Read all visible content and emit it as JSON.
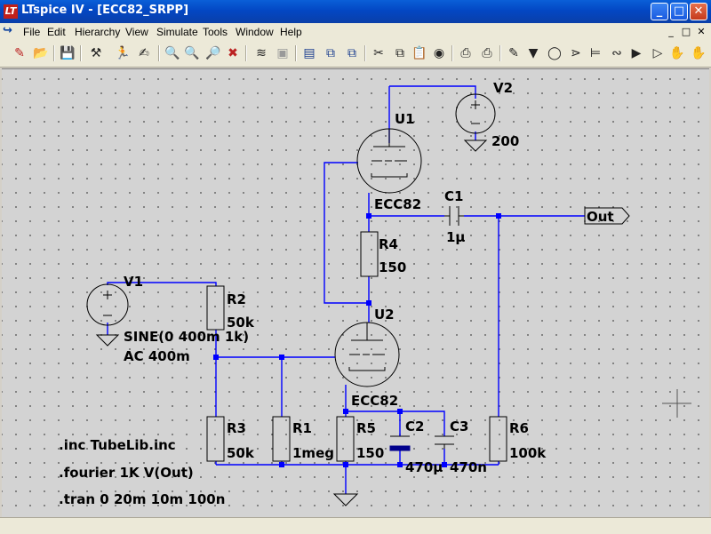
{
  "window": {
    "title": "LTspice IV - [ECC82_SRPP]",
    "app_icon_text": "LT",
    "buttons": {
      "minimize": "_",
      "maximize": "□",
      "close": "✕"
    }
  },
  "menu": {
    "items": [
      "File",
      "Edit",
      "Hierarchy",
      "View",
      "Simulate",
      "Tools",
      "Window",
      "Help"
    ],
    "mdi_buttons": [
      "_",
      "□",
      "✕"
    ]
  },
  "toolbar": {
    "icons": [
      "new-schematic",
      "open",
      "save",
      "control-panel",
      "run",
      "zoom-in",
      "pan",
      "zoom-out",
      "zoom-fit",
      "waveform",
      "netlist",
      "tile-horizontal",
      "cascade",
      "tile-vertical",
      "cut",
      "copy",
      "find",
      "print-preview",
      "print",
      "wire",
      "ground",
      "label",
      "resistor",
      "capacitor",
      "inductor",
      "diode",
      "component",
      "move"
    ]
  },
  "schematic": {
    "components": {
      "U1": {
        "name": "U1",
        "value": "ECC82"
      },
      "U2": {
        "name": "U2",
        "value": "ECC82"
      },
      "V1": {
        "name": "V1",
        "value": "SINE(0 400m 1k)",
        "value2": "AC 400m"
      },
      "V2": {
        "name": "V2",
        "value": "200"
      },
      "R1": {
        "name": "R1",
        "value": "1meg"
      },
      "R2": {
        "name": "R2",
        "value": "50k"
      },
      "R3": {
        "name": "R3",
        "value": "50k"
      },
      "R4": {
        "name": "R4",
        "value": "150"
      },
      "R5": {
        "name": "R5",
        "value": "150"
      },
      "R6": {
        "name": "R6",
        "value": "100k"
      },
      "C1": {
        "name": "C1",
        "value": "1μ"
      },
      "C2": {
        "name": "C2",
        "value": "470μ"
      },
      "C3": {
        "name": "C3",
        "value": "470n"
      }
    },
    "net_label": "Out",
    "directives": [
      ".inc TubeLib.inc",
      ".fourier 1K V(Out)",
      ".tran 0 20m 10m 100n"
    ]
  },
  "colors": {
    "wire": "#0000ff",
    "junction": "#0000ff",
    "background": "#d3d3d3",
    "text": "#000000"
  }
}
